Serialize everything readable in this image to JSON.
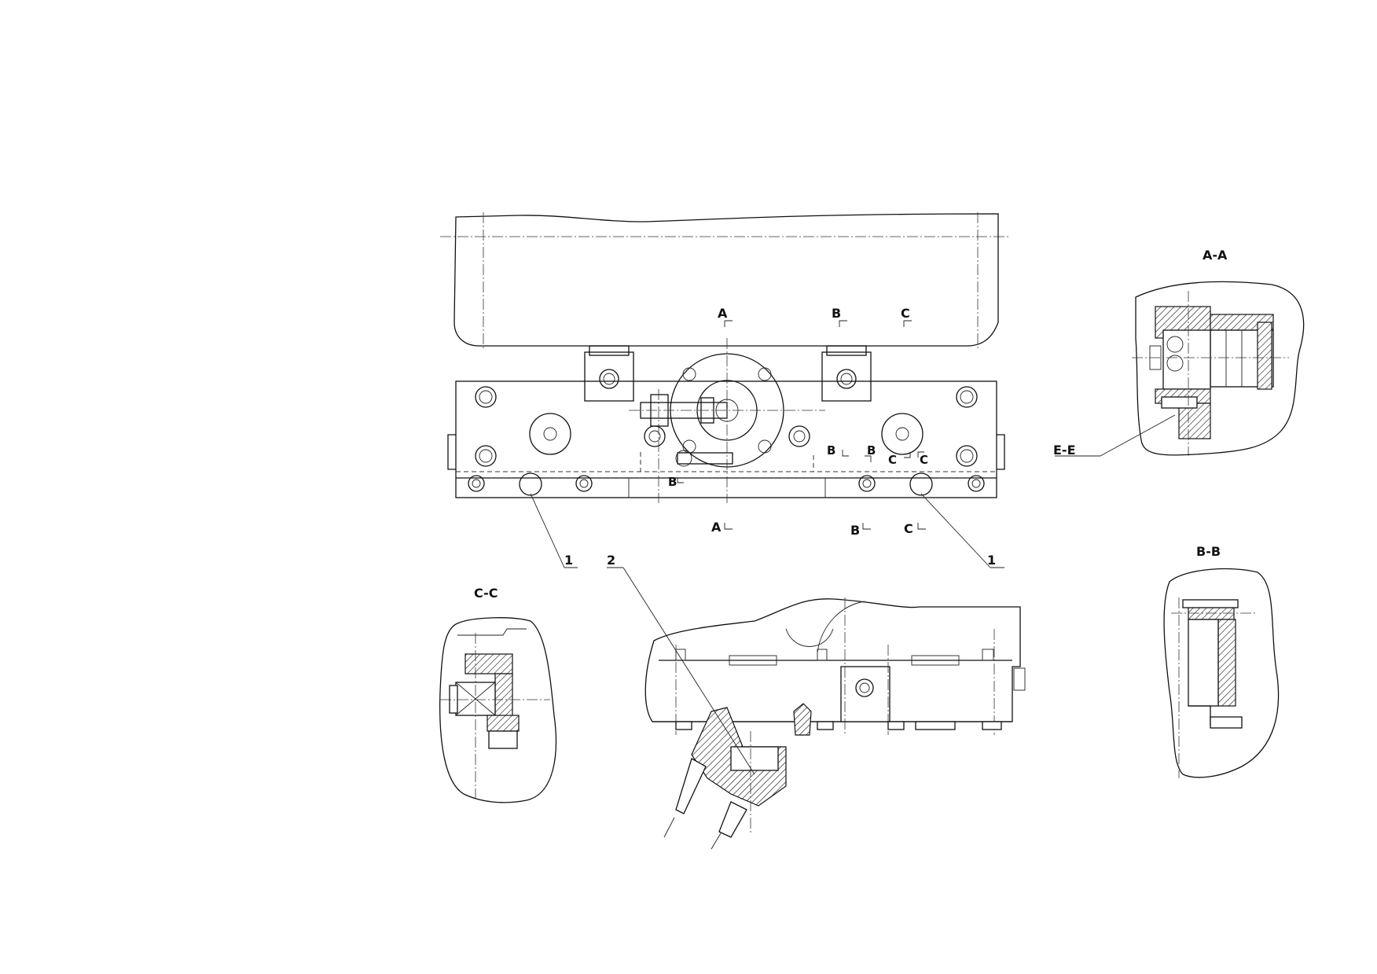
{
  "labels": {
    "a_mark": "A",
    "b_mark": "B",
    "c_mark": "C",
    "part_1": "1",
    "part_2": "2",
    "section_aa": "A-A",
    "section_bb": "B-B",
    "section_cc": "C-C",
    "section_ee": "E-E"
  }
}
